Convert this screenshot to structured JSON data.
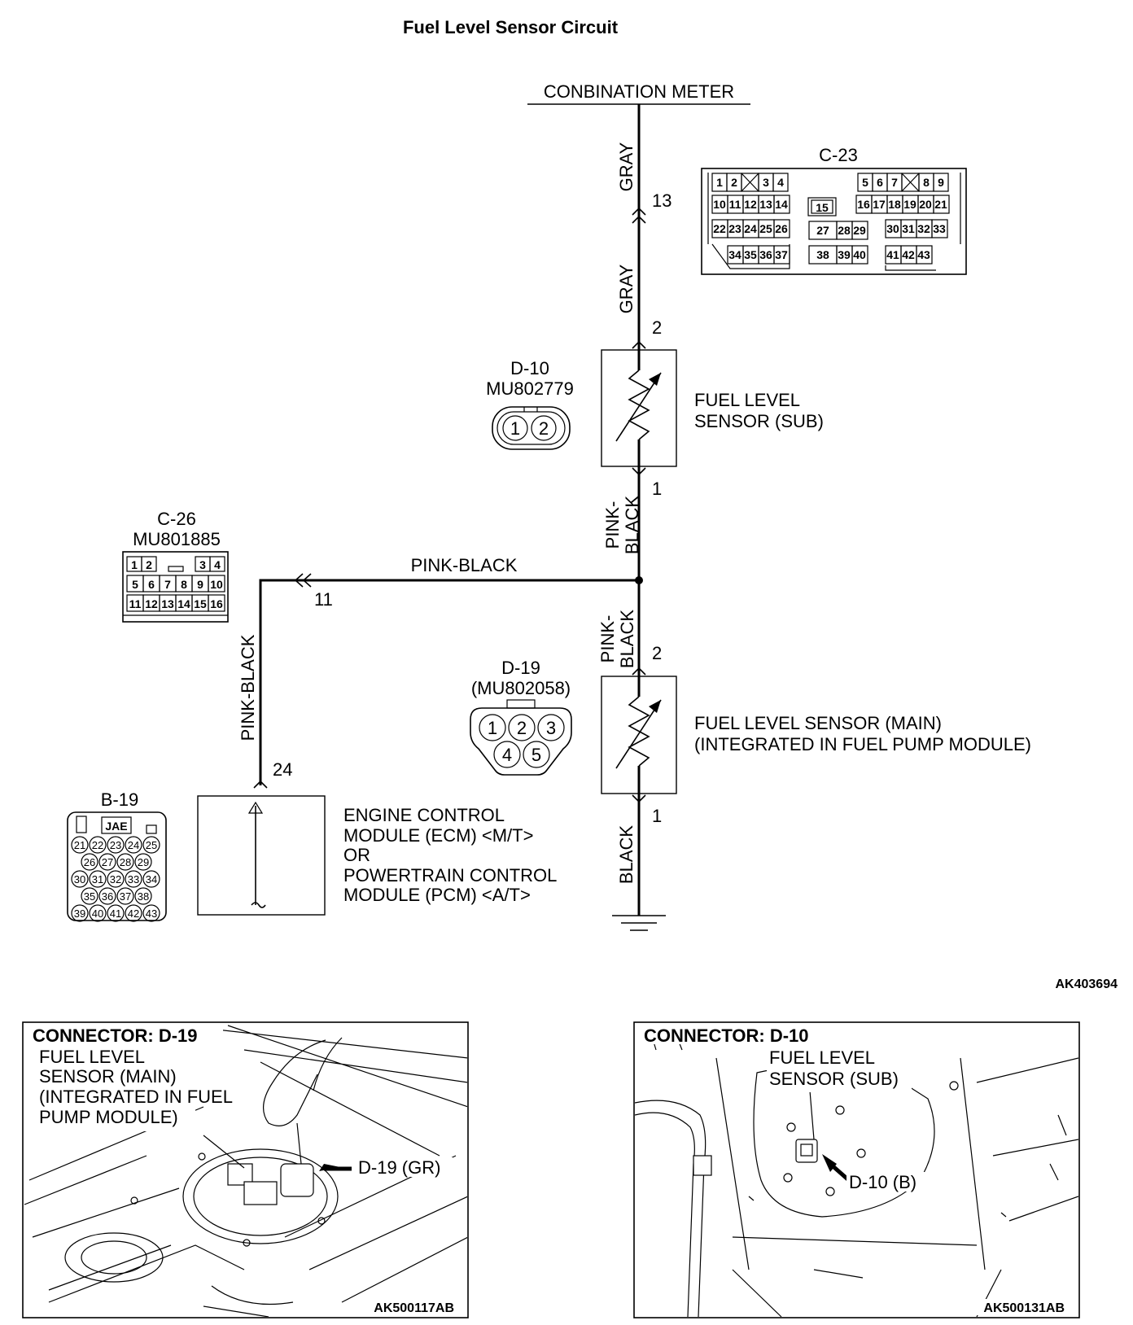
{
  "title": "Fuel Level Sensor Circuit",
  "combination_meter": {
    "label": "CONBINATION METER",
    "pin": "13",
    "connector": "C-23"
  },
  "c23_pins": {
    "row1_left": [
      "1",
      "2",
      "3",
      "4"
    ],
    "row1_right": [
      "5",
      "6",
      "7",
      "8",
      "9"
    ],
    "row2_left": [
      "10",
      "11",
      "12",
      "13",
      "14"
    ],
    "row2_mid": "15",
    "row2_right": [
      "16",
      "17",
      "18",
      "19",
      "20",
      "21"
    ],
    "row3_left": [
      "22",
      "23",
      "24",
      "25",
      "26"
    ],
    "row3_mid": [
      "27",
      "28",
      "29"
    ],
    "row3_right": [
      "30",
      "31",
      "32",
      "33"
    ],
    "row4_left": [
      "34",
      "35",
      "36",
      "37"
    ],
    "row4_mid": [
      "38",
      "39",
      "40"
    ],
    "row4_right": [
      "41",
      "42",
      "43"
    ]
  },
  "wires": {
    "gray_upper": "GRAY",
    "gray_lower": "GRAY",
    "pink_black_vertical_upper": "PINK-\nBLACK",
    "pink_black_horizontal": "PINK-BLACK",
    "pink_black_vertical_lower": "PINK-\nBLACK",
    "pink_black_left": "PINK-BLACK",
    "black": "BLACK"
  },
  "fuel_sensor_sub": {
    "label_line1": "FUEL LEVEL",
    "label_line2": "SENSOR (SUB)",
    "connector": "D-10",
    "part": "MU802779",
    "pin_top": "2",
    "pin_bottom": "1",
    "pins": [
      "1",
      "2"
    ]
  },
  "fuel_sensor_main": {
    "label_line1": "FUEL LEVEL SENSOR (MAIN)",
    "label_line2": "(INTEGRATED IN FUEL PUMP MODULE)",
    "connector": "D-19",
    "part": "(MU802058)",
    "pin_top": "2",
    "pin_bottom": "1",
    "pins": [
      "1",
      "2",
      "3",
      "4",
      "5"
    ]
  },
  "c26": {
    "connector": "C-26",
    "part": "MU801885",
    "pin": "11",
    "row1": [
      "1",
      "2",
      "",
      "3",
      "4"
    ],
    "row2": [
      "5",
      "6",
      "7",
      "8",
      "9",
      "10"
    ],
    "row3": [
      "11",
      "12",
      "13",
      "14",
      "15",
      "16"
    ]
  },
  "ecm": {
    "line1": "ENGINE CONTROL",
    "line2": "MODULE (ECM) <M/T>",
    "line3": "OR",
    "line4": "POWERTRAIN CONTROL",
    "line5": "MODULE (PCM) <A/T>",
    "pin": "24",
    "connector": "B-19",
    "brand": "JAE",
    "row1": [
      "21",
      "22",
      "23",
      "24",
      "25"
    ],
    "row2": [
      "26",
      "27",
      "28",
      "29"
    ],
    "row3": [
      "30",
      "31",
      "32",
      "33",
      "34"
    ],
    "row4": [
      "35",
      "36",
      "37",
      "38"
    ],
    "row5": [
      "39",
      "40",
      "41",
      "42",
      "43"
    ]
  },
  "figure_code": "AK403694",
  "inset_left": {
    "heading": "CONNECTOR: D-19",
    "callout_line1": "FUEL LEVEL",
    "callout_line2": "SENSOR (MAIN)",
    "callout_line3": "(INTEGRATED IN FUEL",
    "callout_line4": "PUMP MODULE)",
    "pointer": "D-19 (GR)",
    "code": "AK500117AB"
  },
  "inset_right": {
    "heading": "CONNECTOR: D-10",
    "callout_line1": "FUEL LEVEL",
    "callout_line2": "SENSOR (SUB)",
    "pointer": "D-10 (B)",
    "code": "AK500131AB"
  }
}
